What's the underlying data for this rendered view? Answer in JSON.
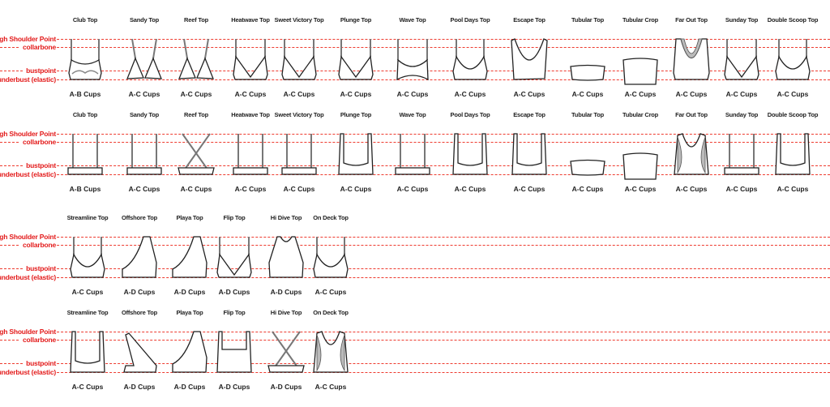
{
  "guide_labels": {
    "hsp": "High Shoulder Point",
    "collarbone": "collarbone",
    "bustpoint": "bustpoint",
    "underbust": "underbust (elastic)"
  },
  "colors": {
    "guide": "#ee3b2f",
    "label": "#e31b1b",
    "outline": "#222222",
    "fill_gray": "#bbbbbb"
  },
  "rows": [
    {
      "view": "front",
      "items": [
        {
          "name": "Club Top",
          "cups": "A-B Cups"
        },
        {
          "name": "Sandy Top",
          "cups": "A-C Cups"
        },
        {
          "name": "Reef Top",
          "cups": "A-C Cups"
        },
        {
          "name": "Heatwave Top",
          "cups": "A-C Cups"
        },
        {
          "name": "Sweet Victory Top",
          "cups": "A-C Cups"
        },
        {
          "name": "Plunge Top",
          "cups": "A-C Cups"
        },
        {
          "name": "Wave Top",
          "cups": "A-C Cups"
        },
        {
          "name": "Pool Days Top",
          "cups": "A-C Cups"
        },
        {
          "name": "Escape Top",
          "cups": "A-C Cups"
        },
        {
          "name": "Tubular Top",
          "cups": "A-C Cups"
        },
        {
          "name": "Tubular Crop",
          "cups": "A-C Cups"
        },
        {
          "name": "Far Out Top",
          "cups": "A-C Cups"
        },
        {
          "name": "Sunday Top",
          "cups": "A-C Cups"
        },
        {
          "name": "Double Scoop Top",
          "cups": "A-C Cups"
        }
      ]
    },
    {
      "view": "back",
      "items": [
        {
          "name": "Club Top",
          "cups": "A-B Cups"
        },
        {
          "name": "Sandy Top",
          "cups": "A-C Cups"
        },
        {
          "name": "Reef Top",
          "cups": "A-C Cups"
        },
        {
          "name": "Heatwave Top",
          "cups": "A-C Cups"
        },
        {
          "name": "Sweet Victory Top",
          "cups": "A-C Cups"
        },
        {
          "name": "Plunge Top",
          "cups": "A-C Cups"
        },
        {
          "name": "Wave Top",
          "cups": "A-C Cups"
        },
        {
          "name": "Pool Days Top",
          "cups": "A-C Cups"
        },
        {
          "name": "Escape Top",
          "cups": "A-C Cups"
        },
        {
          "name": "Tubular Top",
          "cups": "A-C Cups"
        },
        {
          "name": "Tubular Crop",
          "cups": "A-C Cups"
        },
        {
          "name": "Far Out Top",
          "cups": "A-C Cups"
        },
        {
          "name": "Sunday Top",
          "cups": "A-C Cups"
        },
        {
          "name": "Double Scoop Top",
          "cups": "A-C Cups"
        }
      ]
    },
    {
      "view": "front",
      "items": [
        {
          "name": "Streamline Top",
          "cups": "A-C Cups"
        },
        {
          "name": "Offshore Top",
          "cups": "A-D Cups"
        },
        {
          "name": "Playa Top",
          "cups": "A-D Cups"
        },
        {
          "name": "Flip Top",
          "cups": "A-D Cups"
        },
        {
          "name": "Hi Dive Top",
          "cups": "A-D Cups"
        },
        {
          "name": "On Deck Top",
          "cups": "A-C Cups"
        }
      ]
    },
    {
      "view": "back",
      "items": [
        {
          "name": "Streamline Top",
          "cups": "A-C Cups"
        },
        {
          "name": "Offshore Top",
          "cups": "A-D Cups"
        },
        {
          "name": "Playa Top",
          "cups": "A-D Cups"
        },
        {
          "name": "Flip Top",
          "cups": "A-D Cups"
        },
        {
          "name": "Hi Dive Top",
          "cups": "A-D Cups"
        },
        {
          "name": "On Deck Top",
          "cups": "A-C Cups"
        }
      ]
    }
  ]
}
